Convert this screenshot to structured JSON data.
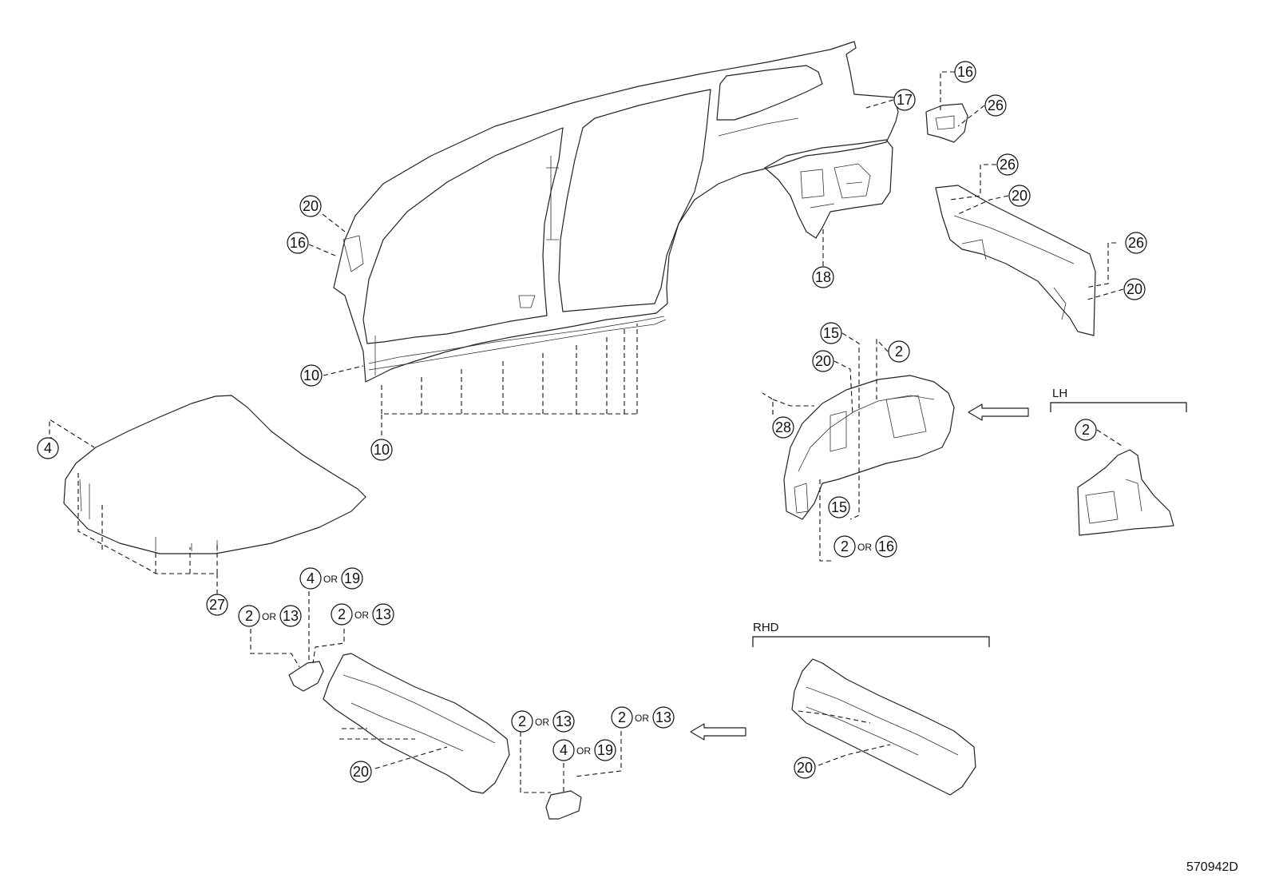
{
  "figure_code": "570942D",
  "group_labels": {
    "lh": "LH",
    "rhd": "RHD"
  },
  "or_word": "OR",
  "callouts": {
    "c20_pillar": "20",
    "c16_pillar": "16",
    "c10_rocker": "10",
    "c10_bottom": "10",
    "c17_quarter": "17",
    "c18_wheelhouse": "18",
    "c16_bracket": "16",
    "c26_bracket": "26",
    "c26_panel_top": "26",
    "c20_panel_top": "20",
    "c26_panel_right": "26",
    "c20_panel_right": "20",
    "c15_apron_top": "15",
    "c20_apron": "20",
    "c2_apron": "2",
    "c28_apron": "28",
    "c15_apron_bottom": "15",
    "c2_apron_or_a": "2",
    "c16_apron_or_b": "16",
    "c2_lh": "2",
    "c4_hood": "4",
    "c27_hood": "27",
    "c4_cowl_or_a": "4",
    "c19_cowl_or_b": "19",
    "c2_cowl_left_a": "2",
    "c13_cowl_left_b": "13",
    "c2_cowl_mid_a": "2",
    "c13_cowl_mid_b": "13",
    "c20_cowl": "20",
    "c2_bracket_left_a": "2",
    "c13_bracket_left_b": "13",
    "c4_bracket_a": "4",
    "c19_bracket_b": "19",
    "c2_bracket_right_a": "2",
    "c13_bracket_right_b": "13",
    "c20_rhd": "20"
  }
}
